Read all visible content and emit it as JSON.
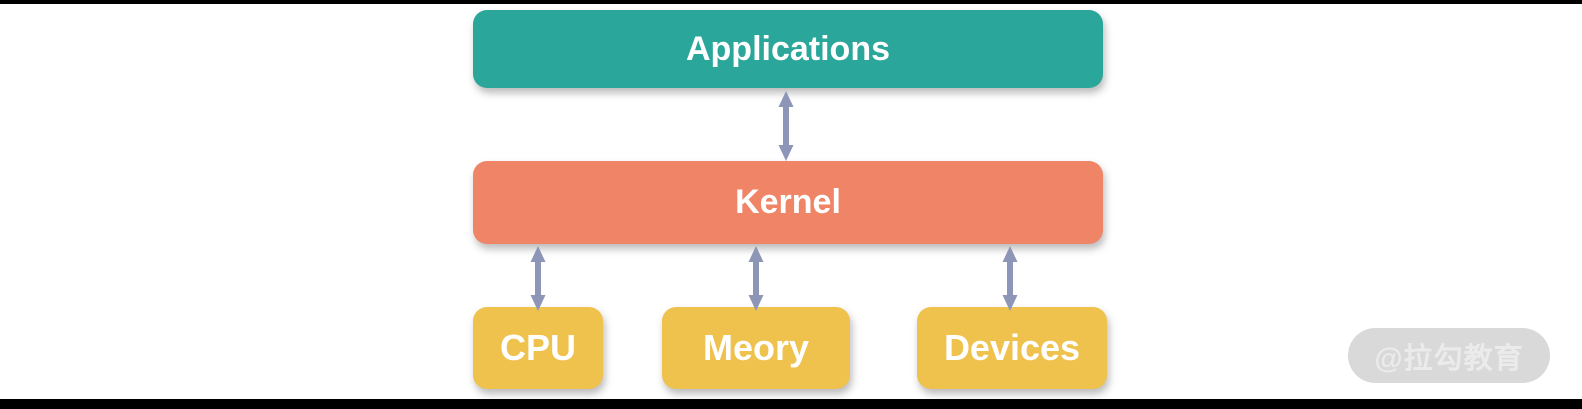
{
  "diagram": {
    "title_hint": "OS architecture layers diagram",
    "nodes": {
      "applications": {
        "label": "Applications",
        "color": "#2AA79A"
      },
      "kernel": {
        "label": "Kernel",
        "color": "#F08466"
      },
      "cpu": {
        "label": "CPU",
        "color": "#EFC24E"
      },
      "meory": {
        "label": "Meory",
        "color": "#EFC24E"
      },
      "devices": {
        "label": "Devices",
        "color": "#EFC24E"
      }
    },
    "edges": [
      {
        "from": "applications",
        "to": "kernel",
        "type": "double-headed-arrow"
      },
      {
        "from": "kernel",
        "to": "cpu",
        "type": "double-headed-arrow"
      },
      {
        "from": "kernel",
        "to": "meory",
        "type": "double-headed-arrow"
      },
      {
        "from": "kernel",
        "to": "devices",
        "type": "double-headed-arrow"
      }
    ],
    "arrow_color": "#8E96B8",
    "node_text_color": "#FFFFFF"
  },
  "watermark": {
    "text": "@拉勾教育",
    "pill_color": "#D9D9D9",
    "text_color": "#EBEBEB"
  },
  "frame": {
    "top_bar_color": "#000000",
    "bottom_bar_color": "#000000",
    "background_color": "#FFFFFF"
  }
}
